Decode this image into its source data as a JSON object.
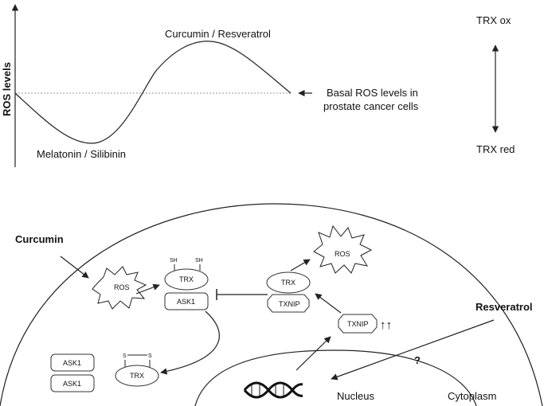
{
  "top_panel": {
    "y_axis_label": "ROS levels",
    "peak_label": "Curcumin / Resveratrol",
    "trough_label": "Melatonin / Silibinin",
    "basal_label_line1": "Basal ROS levels in",
    "basal_label_line2": "prostate cancer cells",
    "trx_ox_label": "TRX ox",
    "trx_red_label": "TRX red"
  },
  "bottom_panel": {
    "curcumin_label": "Curcumin",
    "resveratrol_label": "Resveratrol",
    "ros_left_label": "ROS",
    "ros_right_label": "ROS",
    "trx_label": "TRX",
    "sh_label": "SH",
    "ask1_label": "ASK1",
    "txnip_label": "TXNIP",
    "s_label": "S",
    "upregulation_arrows": "↑↑",
    "question_mark": "?",
    "nucleus_label": "Nucleus",
    "cytoplasm_label": "Cytoplasm"
  }
}
